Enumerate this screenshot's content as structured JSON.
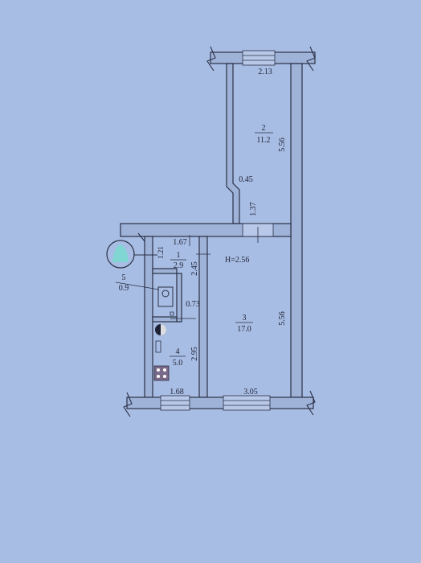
{
  "rooms": [
    {
      "number": "1",
      "area": "2.9"
    },
    {
      "number": "2",
      "area": "11.2"
    },
    {
      "number": "3",
      "area": "17.0"
    },
    {
      "number": "4",
      "area": "5.0"
    },
    {
      "number": "5",
      "area": "0.9"
    }
  ],
  "dimensions": {
    "room2_width": "2.13",
    "room2_length": "5.56",
    "room2_recess": "0.45",
    "corridor_width": "1.37",
    "hall_width": "1.67",
    "hall_depth_a": "1.21",
    "hall_depth_b": "2.45",
    "bath_depth": "0.73",
    "room3_length": "5.56",
    "kitchen_length": "2.95",
    "kitchen_width": "1.68",
    "room3_width": "3.05"
  },
  "ceiling_height": "H=2.56",
  "colors": {
    "background": "#a8bde3",
    "walls": "#9fb3d8",
    "lines": "#2a2f45",
    "round_fixture": "#7fd6d2"
  }
}
